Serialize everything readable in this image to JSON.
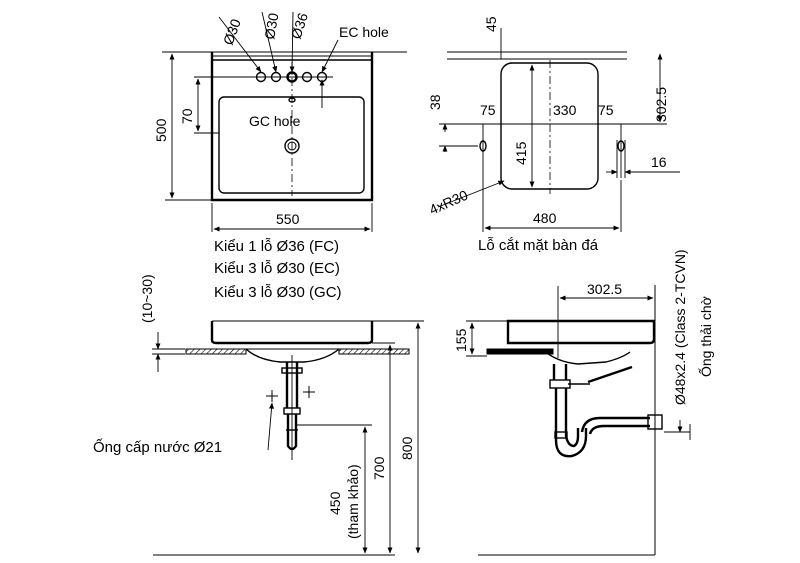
{
  "top_view": {
    "hole_diameters": [
      "Ø30",
      "Ø30",
      "Ø36"
    ],
    "ec_hole_label": "EC hole",
    "gc_hole_label": "GC hole",
    "dim_height": "500",
    "dim_hole_offset": "70",
    "dim_width": "550",
    "variants": [
      "Kiểu 1 lỗ Ø36 (FC)",
      "Kiểu 3 lỗ Ø30 (EC)",
      "Kiểu 3 lỗ Ø30 (GC)"
    ]
  },
  "cutout_view": {
    "dim_top": "45",
    "dim_right": "302.5",
    "dim_left_margin": "75",
    "dim_inner_width": "330",
    "dim_right_margin": "75",
    "dim_hole": "38",
    "dim_height": "415",
    "dim_small": "16",
    "radius": "4xR30",
    "dim_width": "480",
    "caption": "Lỗ cắt mặt bàn đá"
  },
  "front_view": {
    "dim_counter": "(10~30)",
    "supply_label": "Ống cấp nước Ø21",
    "dim_reference": "450",
    "reference_note": "(tham khảo)",
    "dim_700": "700",
    "dim_800": "800"
  },
  "side_view": {
    "dim_depth": "302.5",
    "dim_height": "155",
    "drain_pipe": "Ø48x2.4 (Class 2-TCVN)",
    "drain_label": "Ống thải chờ"
  }
}
